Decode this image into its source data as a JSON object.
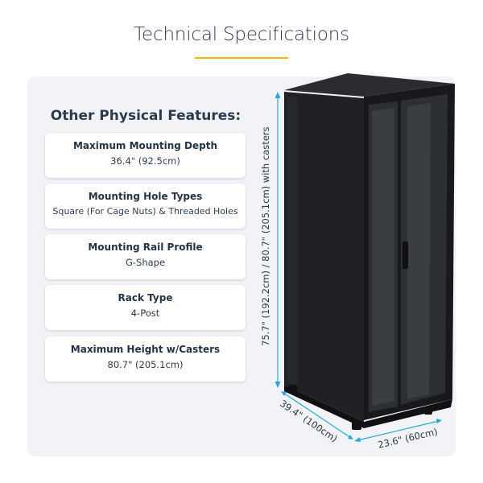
{
  "title": "Technical Specifications",
  "section_heading": "Other Physical Features:",
  "features": [
    {
      "title": "Maximum Mounting Depth",
      "value": "36.4\" (92.5cm)"
    },
    {
      "title": "Mounting Hole Types",
      "value": "Square (For Cage Nuts) & Threaded Holes"
    },
    {
      "title": "Mounting Rail Profile",
      "value": "G-Shape"
    },
    {
      "title": "Rack Type",
      "value": "4-Post"
    },
    {
      "title": "Maximum Height w/Casters",
      "value": "80.7\" (205.1cm)"
    }
  ],
  "dimensions": {
    "height": "75.7\" (192.2cm) / 80.7\" (205.1cm) with casters",
    "depth": "39.4\" (100cm)",
    "width": "23.6\" (60cm)"
  },
  "colors": {
    "accent": "#f2b80c",
    "dimension_lines": "#2aa7d8",
    "panel_bg": "#f1f3f7",
    "rack": "#1c1e21"
  }
}
